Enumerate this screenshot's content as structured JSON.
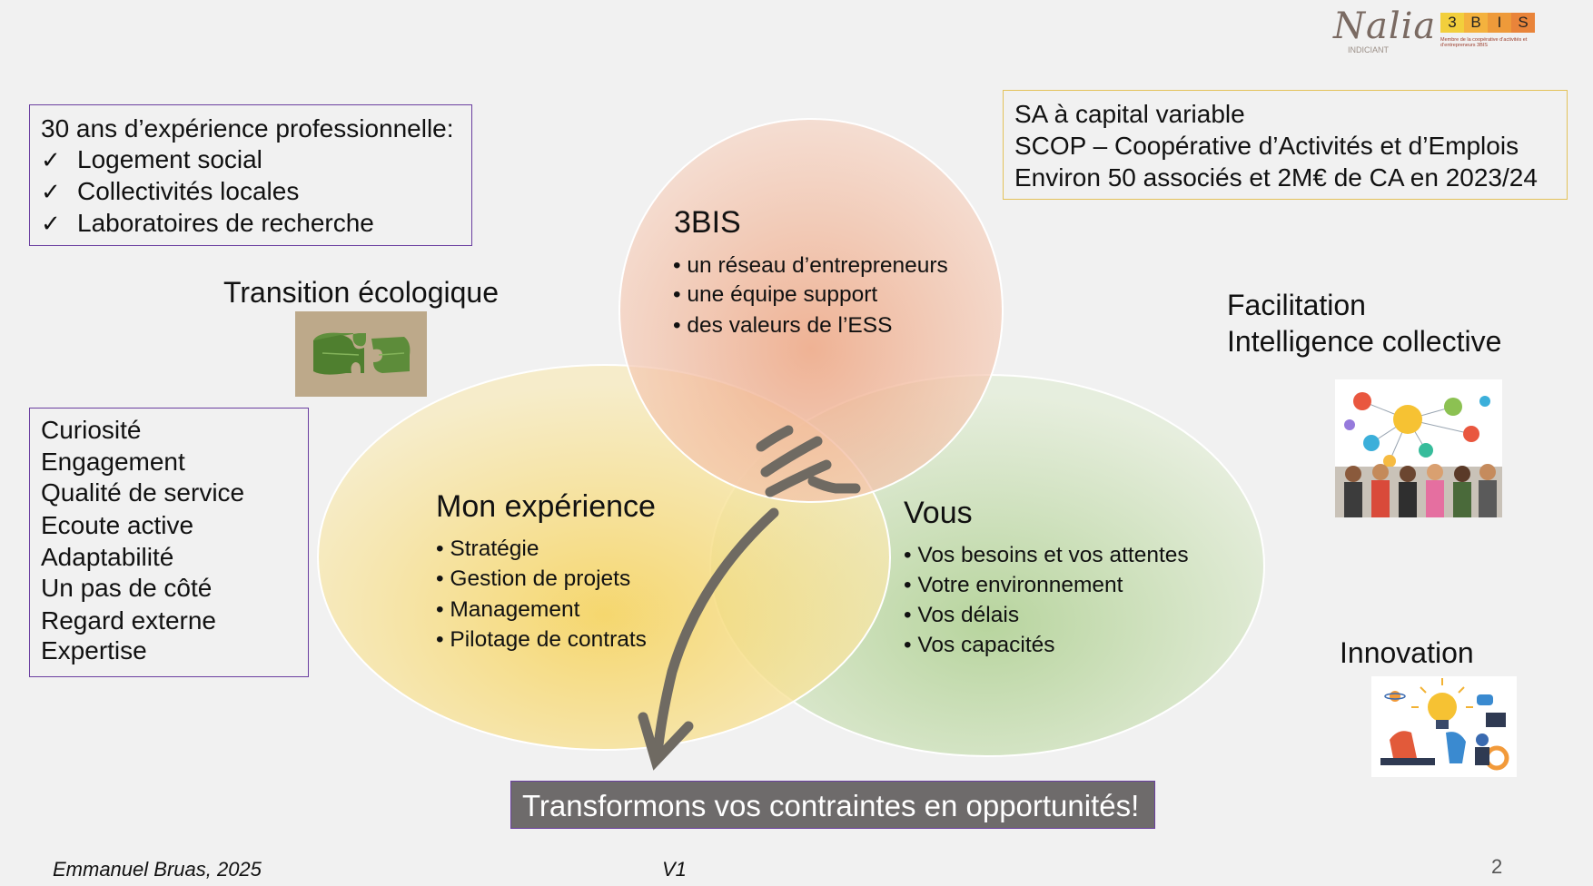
{
  "logos": {
    "nalia_text": "Nalia",
    "nalia_sub": "INDICIANT",
    "bis_letters": [
      "3",
      "B",
      "I",
      "S"
    ],
    "bis_caption_1": "Membre de la coopérative d’activités et",
    "bis_caption_2": "d’entrepreneurs 3BIS"
  },
  "experience_box": {
    "title": "30 ans d’expérience professionnelle:",
    "check_glyph": "✓",
    "items": [
      "Logement social",
      "Collectivités locales",
      "Laboratoires de recherche"
    ]
  },
  "company_box": {
    "lines": [
      "SA à capital variable",
      "SCOP – Coopérative d’Activités et d’Emplois",
      "Environ 50 associés et 2M€ de CA en 2023/24"
    ]
  },
  "qualities_box": {
    "items": [
      "Curiosité",
      "Engagement",
      "Qualité de service",
      "Ecoute active",
      "Adaptabilité",
      "Un pas de côté",
      "Regard externe",
      "Expertise"
    ]
  },
  "circles": {
    "top": {
      "title": "3BIS",
      "bullets": [
        "• un réseau d’entrepreneurs",
        "• une équipe support",
        "• des valeurs de l’ESS"
      ],
      "color": "#f0b592"
    },
    "left": {
      "title": "Mon expérience",
      "bullets": [
        "• Stratégie",
        "• Gestion de projets",
        "• Management",
        "• Pilotage de contrats"
      ],
      "color": "#f6d866"
    },
    "right": {
      "title": "Vous",
      "bullets": [
        "• Vos besoins et vos attentes",
        "• Votre environnement",
        "• Vos délais",
        "• Vos capacités"
      ],
      "color": "#bcd7a0"
    }
  },
  "labels": {
    "transition": "Transition écologique",
    "facilitation_1": "Facilitation",
    "facilitation_2": "Intelligence collective",
    "innovation": "Innovation"
  },
  "banner": {
    "text": "Transformons vos contraintes en opportunités!",
    "background": "#6e6b6b",
    "border": "#6b3fa0"
  },
  "footer": {
    "author": "Emmanuel Bruas, 2025",
    "version": "V1",
    "page": "2"
  },
  "colors": {
    "box_border_purple": "#6b3fa0",
    "box_border_gold": "#e3c25a",
    "arrow": "#6f6a62"
  }
}
